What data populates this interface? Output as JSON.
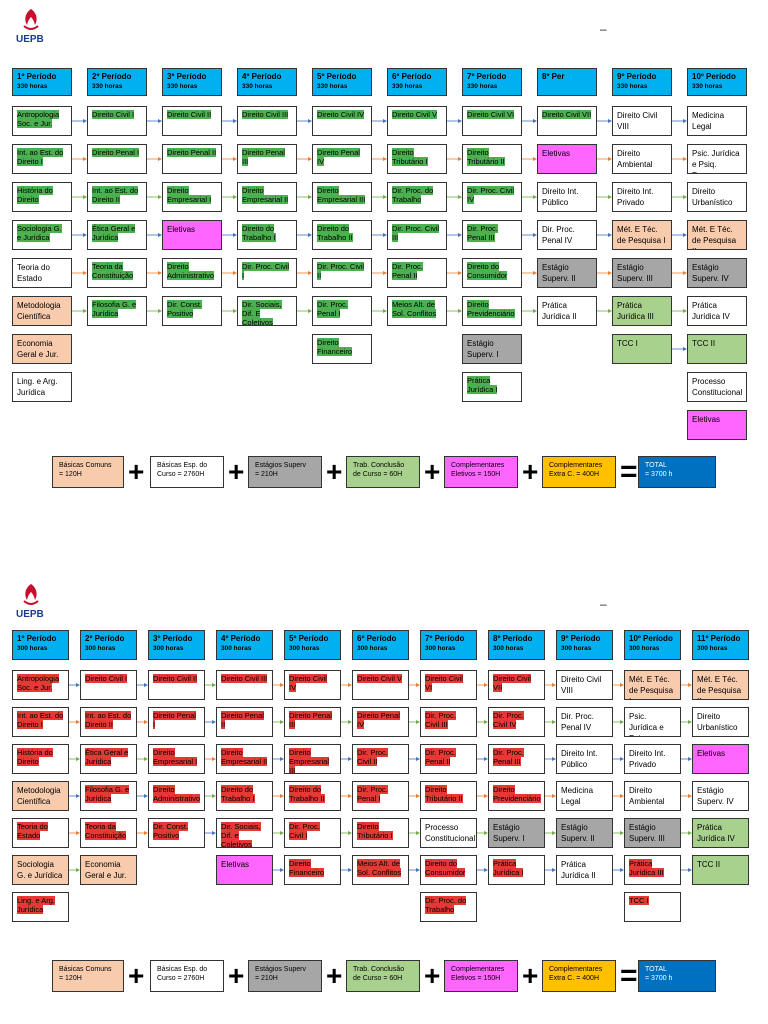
{
  "brand": {
    "logo_text": "UEPB",
    "dash": "–"
  },
  "top": {
    "headers": [
      {
        "p": "1º Período",
        "h": "330 horas"
      },
      {
        "p": "2º Período",
        "h": "330 horas"
      },
      {
        "p": "3º Período",
        "h": "330 horas"
      },
      {
        "p": "4º Período",
        "h": "330 horas"
      },
      {
        "p": "5º Período",
        "h": "330 horas"
      },
      {
        "p": "6º Período",
        "h": "330 horas"
      },
      {
        "p": "7º Período",
        "h": "330 horas"
      },
      {
        "p": "8º Per",
        "h": ""
      },
      {
        "p": "9º Período",
        "h": "330 horas"
      },
      {
        "p": "10º Período",
        "h": "330 horas"
      }
    ],
    "cols": [
      [
        "Antropologia Soc. e Jur.",
        "Int. ao Est. do Direito I",
        "História do Direito",
        "Sociologia G. e Jurídica",
        "Teoria do Estado",
        "Metodologia Científica",
        "Economia Geral e Jur.",
        "Ling. e Arg. Jurídica"
      ],
      [
        "Direito Civil I",
        "Direito Penal I",
        "Int. ao Est. do Direito II",
        "Ética Geral e Jurídica",
        "Teoria da Constituição",
        "Filosofia G. e Jurídica"
      ],
      [
        "Direito Civil II",
        "Direito Penal II",
        "Direito Empresarial I",
        "Eletivas",
        "Direito Administrativo",
        "Dir. Const. Positivo"
      ],
      [
        "Direito Civil III",
        "Direito Penal III",
        "Direito Empresarial II",
        "Direito do Trabalho I",
        "Dir. Proc. Civil I",
        "Dir. Sociais, Dif. E Coletivos"
      ],
      [
        "Direito Civil IV",
        "Direito Penal IV",
        "Direito Empresarial III",
        "Direito do Trabalho II",
        "Dir. Proc. Civil II",
        "Dir. Proc. Penal I",
        "Direito Financeiro"
      ],
      [
        "Direito Civil V",
        "Direito Tributário I",
        "Dir. Proc. do Trabalho",
        "Dir. Proc. Civil III",
        "Dir. Proc. Penal II",
        "Meios Alt. de Sol. Conflitos"
      ],
      [
        "Direito Civil VI",
        "Direito Tributário II",
        "Dir. Proc. Civil IV",
        "Dir. Proc. Penal III",
        "Direito do Consumidor",
        "Direito Previdenciário",
        "Estágio Superv. I",
        "Prática Jurídica I"
      ],
      [
        "Direito Civil VII",
        "Eletivas",
        "Direito Int. Público",
        "Dir. Proc. Penal IV",
        "Estágio Superv. II",
        "Prática Jurídica II"
      ],
      [
        "Direito Civil VIII",
        "Direito Ambiental",
        "Direito Int. Privado",
        "Mét. E Téc. de Pesquisa I",
        "Estágio Superv. III",
        "Prática Jurídica III",
        "TCC I"
      ],
      [
        "Medicina Legal",
        "Psic. Jurídica e Psiq. Forense",
        "Direito Urbanístico",
        "Mét. E Téc. de Pesquisa II",
        "Estágio Superv. IV",
        "Prática Jurídica IV",
        "TCC II",
        "Processo Constitucional",
        "Eletivas"
      ]
    ]
  },
  "bottom": {
    "headers": [
      {
        "p": "1º Período",
        "h": "300 horas"
      },
      {
        "p": "2º Período",
        "h": "300 horas"
      },
      {
        "p": "3º Período",
        "h": "300 horas"
      },
      {
        "p": "4º Período",
        "h": "300 horas"
      },
      {
        "p": "5º Período",
        "h": "300 horas"
      },
      {
        "p": "6º Período",
        "h": "300 horas"
      },
      {
        "p": "7º Período",
        "h": "300 horas"
      },
      {
        "p": "8º Período",
        "h": "300 horas"
      },
      {
        "p": "9º Período",
        "h": "300 horas"
      },
      {
        "p": "10º Período",
        "h": "300 horas"
      },
      {
        "p": "11º Período",
        "h": "300 horas"
      }
    ],
    "cols": [
      [
        "Antropologia Soc. e Jur.",
        "Int. ao Est. do Direito I",
        "História do Direito",
        "Metodologia Científica",
        "Teoria do Estado",
        "Sociologia G. e Jurídica",
        "Ling. e Arg. Jurídica"
      ],
      [
        "Direito Civil I",
        "Int. ao Est. do Direito II",
        "Ética Geral e Jurídica",
        "Filosofia G. e Jurídica",
        "Teoria da Constituição",
        "Economia Geral e Jur."
      ],
      [
        "Direito Civil II",
        "Direito Penal I",
        "Direito Empresarial I",
        "Direito Administrativo",
        "Dir. Const. Positivo"
      ],
      [
        "Direito Civil III",
        "Direito Penal II",
        "Direito Empresarial II",
        "Direito do Trabalho I",
        "Dir. Sociais, Dif. e Coletivos",
        "Eletivas"
      ],
      [
        "Direito Civil IV",
        "Direito Penal III",
        "Direito Empresarial III",
        "Direito do Trabalho II",
        "Dir. Proc. Civil I",
        "Direito Financeiro"
      ],
      [
        "Direito Civil V",
        "Direito Penal IV",
        "Dir. Proc. Civil II",
        "Dir. Proc. Penal I",
        "Direito Tributário I",
        "Meios Alt. de Sol. Conflitos"
      ],
      [
        "Direito Civil VI",
        "Dir. Proc. Civil III",
        "Dir. Proc. Penal II",
        "Direito Tributário II",
        "Processo Constitucional",
        "Direito do Consumidor",
        "Dir. Proc. do Trabalho"
      ],
      [
        "Direito Civil VII",
        "Dir. Proc. Civil IV",
        "Dir. Proc. Penal III",
        "Direito Previdenciário",
        "Estágio Superv. I",
        "Prática Jurídica I"
      ],
      [
        "Direito Civil VIII",
        "Dir. Proc. Penal IV",
        "Direito Int. Público",
        "Medicina Legal",
        "Estágio Superv. II",
        "Prática Jurídica II"
      ],
      [
        "Mét. E Téc. de Pesquisa I",
        "Psic. Jurídica e Psiq. Forense",
        "Direito Int. Privado",
        "Direito Ambiental",
        "Estágio Superv. III",
        "Prática Jurídica III",
        "TCC I"
      ],
      [
        "Mét. E Téc. de Pesquisa II",
        "Direito Urbanístico",
        "Eletivas",
        "Estágio Superv. IV",
        "Prática Jurídica IV",
        "TCC II"
      ]
    ]
  },
  "legend": [
    {
      "l1": "Básicas Comuns",
      "l2": "= 120H",
      "color": "#f8cbad"
    },
    {
      "l1": "Básicas Esp. do",
      "l2": "Curso = 2760H",
      "color": "#ffffff"
    },
    {
      "l1": "Estágios Superv",
      "l2": "= 210H",
      "color": "#a6a6a6"
    },
    {
      "l1": "Trab. Conclusão",
      "l2": "de Curso = 60H",
      "color": "#a9d18e"
    },
    {
      "l1": "Complementares",
      "l2": "Eletivos = 150H",
      "color": "#ff66ff"
    },
    {
      "l1": "Complementares",
      "l2": "Extra C. = 400H",
      "color": "#ffc000"
    },
    {
      "l1": "TOTAL",
      "l2": "= 3700 h",
      "color": "#0070c0"
    }
  ]
}
